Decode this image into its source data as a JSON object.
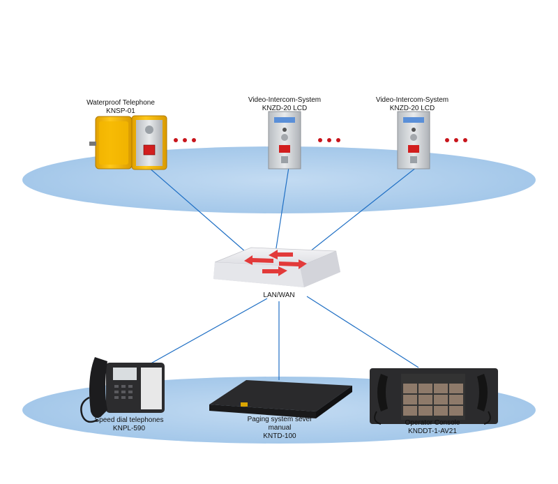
{
  "devices": {
    "waterproof_phone": {
      "name": "Waterproof Telephone",
      "model": "KNSP-01"
    },
    "intercom_1": {
      "name": "Video-Intercom-System",
      "model": "KNZD-20 LCD"
    },
    "intercom_2": {
      "name": "Video-Intercom-System",
      "model": "KNZD-20 LCD"
    },
    "switch": {
      "label": "LAN/WAN"
    },
    "speed_dial": {
      "name": "Speed dial telephones",
      "model": "KNPL-590"
    },
    "paging_server": {
      "name": "Paging system sever",
      "name2": "manual",
      "model": "KNTD-100"
    },
    "operator_console": {
      "name": "Operator Console",
      "model": "KNDDT-1-AV21"
    }
  },
  "colors": {
    "ellipse_fill": "#a9cbeb",
    "link_line": "#1f6fc4",
    "dots": "#c8141b",
    "switch_arrows": "#e23a3a",
    "housing_yellow": "#f2b300"
  },
  "icons": {
    "more_devices": "red-dots-icon",
    "switch": "network-switch-icon"
  }
}
